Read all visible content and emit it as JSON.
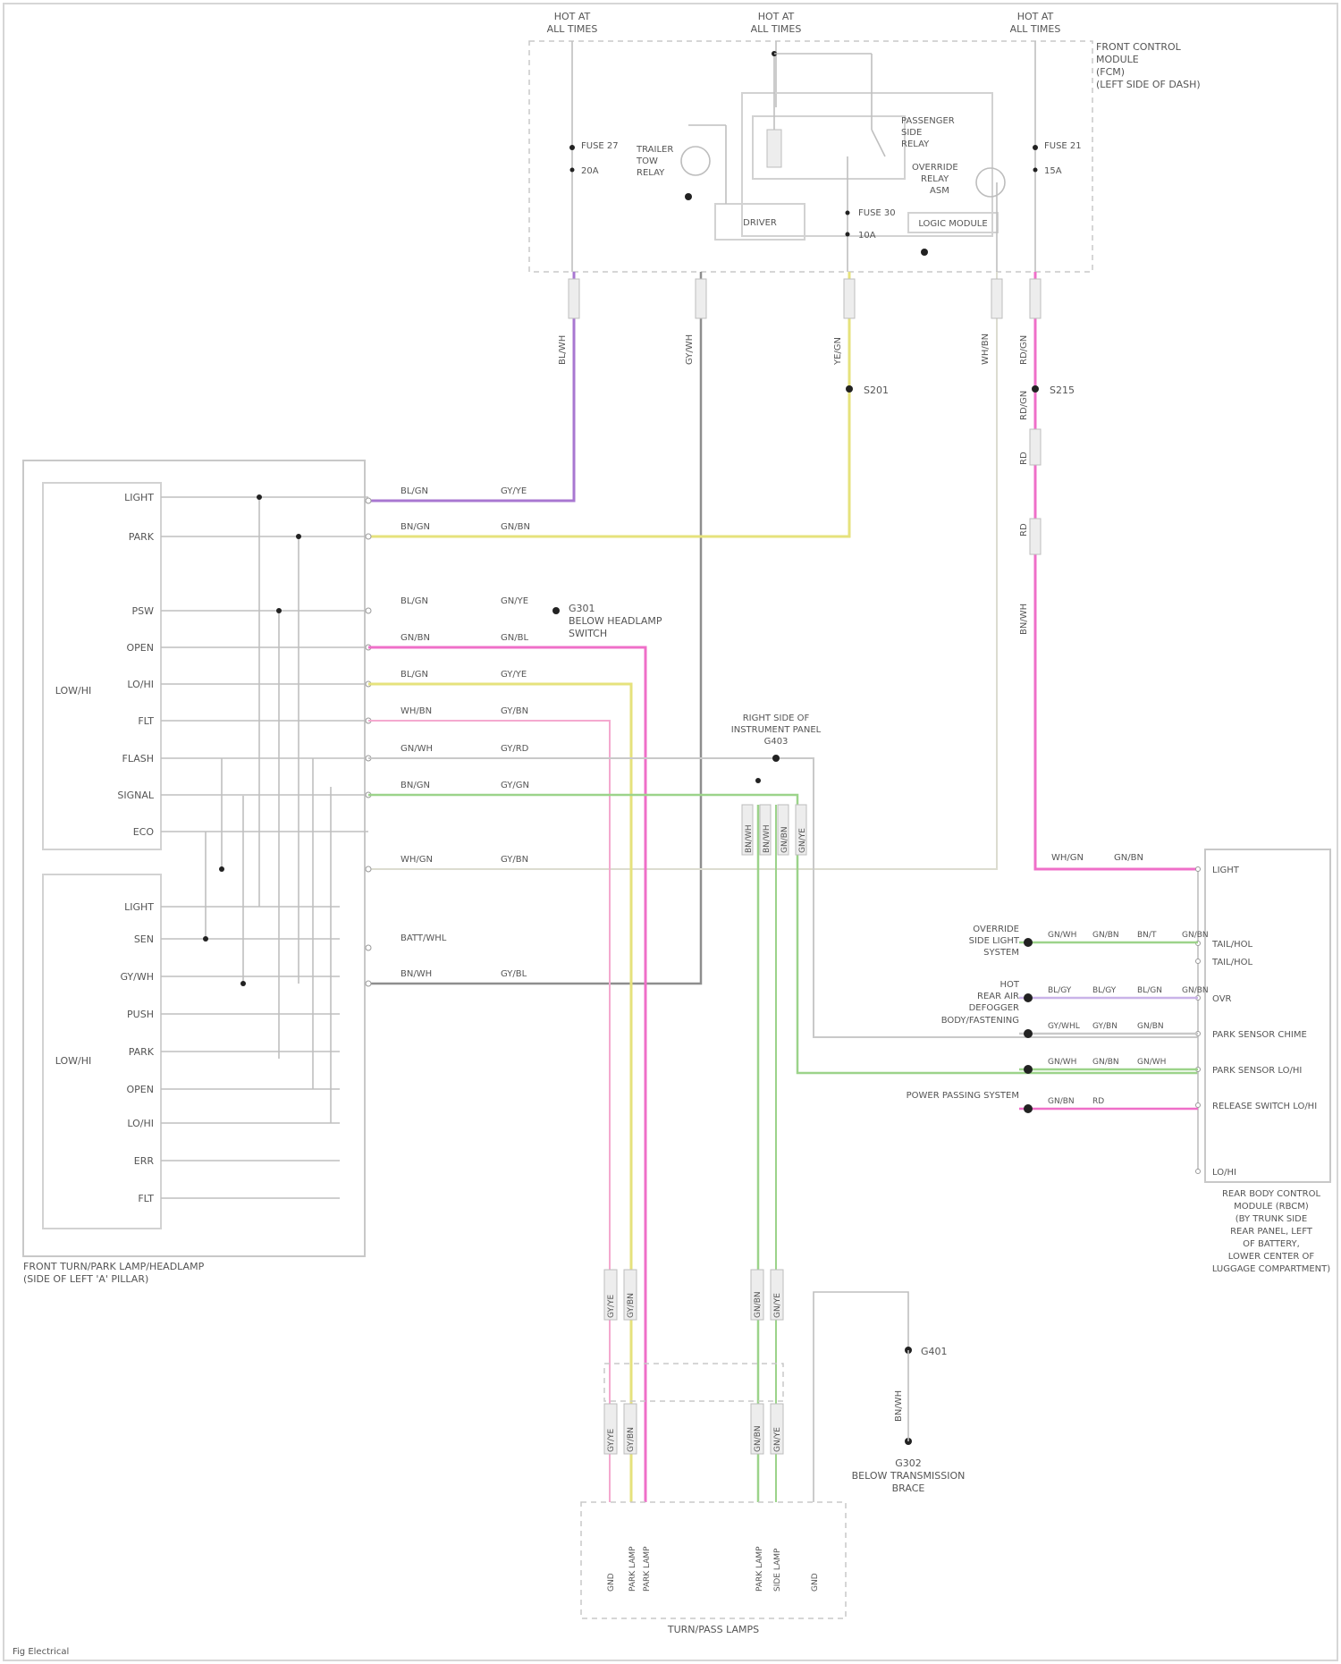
{
  "fuses": [
    {
      "line1": "HOT AT",
      "line2": "ALL TIMES"
    },
    {
      "line1": "HOT AT",
      "line2": "ALL TIMES"
    },
    {
      "line1": "HOT AT",
      "line2": "ALL TIMES"
    }
  ],
  "module_top": {
    "lines": [
      "FRONT CONTROL",
      "MODULE",
      "(FCM)",
      "(LEFT SIDE OF DASH)"
    ]
  },
  "relays": {
    "trailer_relay": [
      "TRAILER",
      "TOW",
      "RELAY"
    ],
    "park_relay": [
      "PASSENGER",
      "SIDE",
      "RELAY"
    ],
    "override_relay": [
      "OVERRIDE",
      "RELAY",
      "ASM"
    ]
  },
  "mini_labels": {
    "left_fuse": "FUSE 27",
    "right_fuse": "FUSE 21",
    "mid_fuse": "FUSE 30",
    "amp_l": "20A",
    "amp_r": "15A",
    "amp_m": "10A",
    "mod_a": "DRIVER",
    "mod_b": "LOGIC MODULE"
  },
  "wire_codes_vertical": [
    "BL/WH",
    "GY/WH",
    "YE/GN",
    "WH/BN",
    "RD/GN"
  ],
  "splices": {
    "yellow": "S201",
    "red": "S215"
  },
  "right_run_codes": [
    "RD/GN",
    "RD",
    "RD",
    "BN/WH"
  ],
  "headlamp_switch": {
    "lines": [
      "FRONT TURN/PARK LAMP/HEADLAMP",
      "(SIDE OF LEFT 'A' PILLAR)"
    ]
  },
  "upper_block": {
    "name": "LOW/HI",
    "pins": [
      "LIGHT",
      "PARK",
      "PSW",
      "OPEN",
      "LO/HI",
      "FLT",
      "FLASH",
      "SIGNAL",
      "ECO"
    ]
  },
  "lower_block": {
    "name": "LOW/HI",
    "pins": [
      "LIGHT",
      "SEN",
      "GY/WH",
      "PUSH",
      "PARK",
      "OPEN",
      "LO/HI",
      "ERR",
      "FLT"
    ]
  },
  "wire_left_codes": [
    "BL/GN",
    "BN/GN",
    "BL/GN",
    "GN/BN",
    "BL/GN",
    "WH/BN",
    "GN/WH",
    "BN/GN",
    "WH/GN",
    "BATT/WHL",
    "BN/WH"
  ],
  "wire_right_codes": [
    "GY/YE",
    "GN/BN",
    "GN/YE",
    "GN/BL",
    "GY/YE",
    "GY/BN",
    "GY/RD",
    "GY/GN",
    "GY/BN",
    "",
    "GY/BL"
  ],
  "ground_label": [
    "G301",
    "BELOW HEADLAMP",
    "SWITCH"
  ],
  "splice_box_label": [
    "RIGHT SIDE OF",
    "INSTRUMENT PANEL",
    "G403"
  ],
  "splice_box_codes": [
    "BN/WH",
    "BN/WH",
    "GN/BN",
    "GN/YE"
  ],
  "bcm": {
    "pins": [
      "LIGHT",
      "TAIL/HOL",
      "TAIL/HOL",
      "OVR",
      "PARK SENSOR CHIME",
      "PARK SENSOR LO/HI",
      "RELEASE SWITCH LO/HI",
      "LO/HI"
    ],
    "wire_a": [
      "WH/GN",
      "GN/BN"
    ],
    "caption": [
      "REAR BODY CONTROL",
      "MODULE (RBCM)",
      "(BY TRUNK SIDE",
      "REAR PANEL, LEFT",
      "OF BATTERY,",
      "LOWER CENTER OF",
      "LUGGAGE COMPARTMENT)"
    ]
  },
  "bcm_sources": [
    {
      "lines": [
        "OVERRIDE",
        "SIDE LIGHT",
        "SYSTEM"
      ],
      "codes": [
        "GN/WH",
        "GN/BN",
        "BN/T",
        "GN/BN"
      ]
    },
    {
      "lines": [
        "HOT",
        "REAR AIR",
        "DEFOGGER"
      ],
      "codes": [
        "BL/GY",
        "BL/GY",
        "BL/GN",
        "GN/BN"
      ]
    },
    {
      "lines": [
        "BODY/FASTENING"
      ],
      "codes": [
        "GY/WHL",
        "GY/BN",
        "GN/BN"
      ]
    },
    {
      "lines": [
        ""
      ],
      "codes": [
        "GN/WH",
        "GN/BN",
        "GN/WH"
      ]
    },
    {
      "lines": [
        "POWER PASSING SYSTEM"
      ],
      "codes": [
        "GN/BN",
        "RD"
      ]
    }
  ],
  "connector_codes": [
    "GY/YE",
    "GY/BN",
    "GN/BN",
    "GN/YE",
    "GY/YE",
    "GY/BN",
    "GN/BN",
    "GN/YE"
  ],
  "ground_bottom": {
    "lines": [
      "G302",
      "BELOW TRANSMISSION",
      "BRACE"
    ],
    "top": "G401",
    "wire": "BN/WH"
  },
  "bottom_connector": {
    "label": "TURN/PASS LAMPS",
    "pins": [
      "GND",
      "PARK LAMP",
      "PARK LAMP",
      "PARK LAMP",
      "SIDE LAMP",
      "GND"
    ]
  },
  "footer": "Fig Electrical",
  "colors": {
    "purple": "#a877d1",
    "yellow": "#e6e27c",
    "pink": "#ef6fc8",
    "lightpink": "#f4a9cf",
    "green": "#9cd38a",
    "gray": "#8e8e8e",
    "lightgray": "#c9c9c9"
  }
}
